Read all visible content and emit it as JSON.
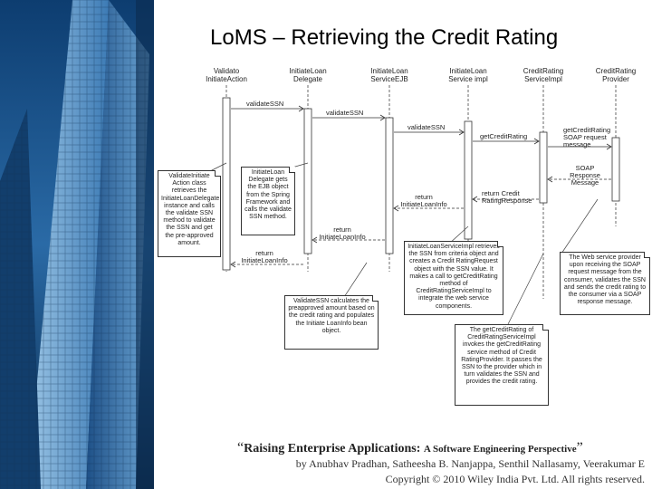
{
  "title": "LoMS – Retrieving the Credit Rating",
  "lifelines": [
    "Validato InitiateAction",
    "InitiateLoan Delegate",
    "InitiateLoan ServiceEJB",
    "InitiateLoan Service impl",
    "CreditRating ServiceImpl",
    "CreditRating Provider"
  ],
  "messages": {
    "m1": "validateSSN",
    "m2": "validateSSN",
    "m3": "validateSSN",
    "m4": "getCreditRating",
    "m5": "getCreditRating SOAP request message",
    "m6": "SOAP Response Message",
    "m7": "return Credit RatingResponse",
    "m8": "return InitiateLoanInfo",
    "m9": "return InitiateLoanInfo",
    "m10": "return InitiateLoanInfo"
  },
  "notes": {
    "n1": "ValidateInitiate Action class retrieves the InitiateLoanDelegate instance and calls the validate SSN method to validate the SSN and get the pre-approved amount.",
    "n2": "InitiateLoan Delegate gets the EJB object from the Spring Framework and calls the validate SSN method.",
    "n3": "InitiateLoanServiceImpl retrieves the SSN from criteria object and creates a Credit RatingRequest object with the SSN value. It makes a call to getCreditRating method of CreditRatingServiceImpl to integrate the web service components.",
    "n4": "The Web service provider upon receiving the SOAP request message from the consumer, validates the SSN and sends the credit rating to the consumer via a SOAP response message.",
    "n5": "ValidateSSN calculates the preapproved amount based on the credit rating and populates the Initiate LoanInfo bean object.",
    "n6": "The getCreditRating of CreditRatingServiceImpl invokes the getCreditRating service method of Credit RatingProvider. It passes the SSN to the provider which in turn validates the SSN and provides the credit rating."
  },
  "footer": {
    "open_quote": "“",
    "book_title": "Raising Enterprise Applications: ",
    "book_subtitle": "A Software Engineering Perspective",
    "close_quote": "”",
    "authors": "by Anubhav Pradhan, Satheesha B. Nanjappa, Senthil Nallasamy, Veerakumar E",
    "copyright": "Copyright © 2010 Wiley India Pvt. Ltd. All rights reserved."
  }
}
